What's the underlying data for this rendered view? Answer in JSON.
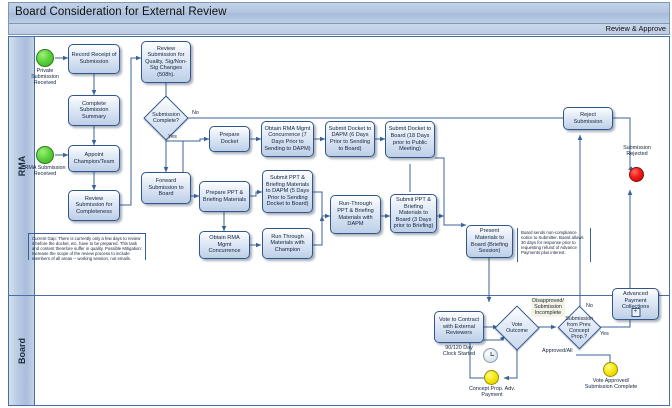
{
  "window": {
    "title": "Board Consideration for External Review",
    "subtitle": "Review & Approve"
  },
  "lanes": [
    {
      "id": "rma",
      "label": "RMA"
    },
    {
      "id": "board",
      "label": "Board"
    }
  ],
  "events": [
    {
      "id": "ev-private-sub",
      "type": "start",
      "color": "#4dcc29",
      "label": "Private Submission Received"
    },
    {
      "id": "ev-rma-sub",
      "type": "start",
      "color": "#4dcc29",
      "label": "RMA Submission Received"
    },
    {
      "id": "ev-submission-rejected",
      "type": "end",
      "color": "#ef1d1d",
      "label": "Submission Rejected"
    },
    {
      "id": "ev-clock",
      "type": "timer",
      "color": "#d7dfe7",
      "label": "90/120 Day Clock Started"
    },
    {
      "id": "ev-concept-prop",
      "type": "intermediate",
      "color": "#f7e814",
      "label": "Concept Prop. Adv. Payment"
    },
    {
      "id": "ev-vote-approved",
      "type": "end",
      "color": "#f7e814",
      "label": "Vote Approved/ Submission Complete"
    }
  ],
  "tasks": [
    {
      "id": "t-record-receipt",
      "label": "Record Receipt of Submission"
    },
    {
      "id": "t-complete-summary",
      "label": "Complete Submission Summary"
    },
    {
      "id": "t-appoint-champion",
      "label": "Appoint Champion/Team"
    },
    {
      "id": "t-review-completeness",
      "label": "Review Submission for Completeness"
    },
    {
      "id": "t-review-quality",
      "label": "Review Submission for Quality, Sig/Non-Sig Changes (508h)."
    },
    {
      "id": "t-forward-board",
      "label": "Forward Submission to Board"
    },
    {
      "id": "t-prepare-docket",
      "label": "Prepare Docket"
    },
    {
      "id": "t-obtain-concurrence-docket",
      "label": "Obtain RMA Mgmt Concurrence (7 Days Prior to Sending to DAPM)"
    },
    {
      "id": "t-submit-docket-dapm",
      "label": "Submit Docket to DAPM (6 Days Prior to Sending to Board)"
    },
    {
      "id": "t-submit-docket-board",
      "label": "Submit Docket to Board (18 Days prior to Public Meeting)"
    },
    {
      "id": "t-prepare-ppt",
      "label": "Prepare PPT & Briefing Materials"
    },
    {
      "id": "t-obtain-concurrence-ppt",
      "label": "Obtain RMA Mgmt Concurrence"
    },
    {
      "id": "t-submit-ppt-dapm",
      "label": "Submit PPT & Briefing Materials to DAPM (5 Days Prior to Sending Docket to Board)"
    },
    {
      "id": "t-run-through-champion",
      "label": "Run Through Materials with Champion"
    },
    {
      "id": "t-run-through-dapm",
      "label": "Run-Through PPT & Briefing Materials with DAPM"
    },
    {
      "id": "t-submit-ppt-board",
      "label": "Submit PPT & Briefing Materials to Board (3 Days prior to Briefing)"
    },
    {
      "id": "t-present-materials",
      "label": "Present Materials to Board (Briefing Session)"
    },
    {
      "id": "t-reject-submission",
      "label": "Reject Submission"
    },
    {
      "id": "t-vote-contract",
      "label": "Vote to Contract with External Reviewers"
    },
    {
      "id": "t-advanced-payment",
      "label": "Advanced Payment Collections",
      "marker": "+"
    }
  ],
  "gateways": [
    {
      "id": "gw-submission-complete",
      "label": "Submission Complete?"
    },
    {
      "id": "gw-vote-outcome",
      "label": "Vote Outcome"
    },
    {
      "id": "gw-prev-concept-prop",
      "label": "Submission from Prev. Concept Prop.?"
    }
  ],
  "edge_labels": [
    {
      "id": "lbl-no-complete",
      "text": "No"
    },
    {
      "id": "lbl-yes-complete",
      "text": "Yes"
    },
    {
      "id": "lbl-disapproved",
      "text": "Disapproved/ Submission Incomplete"
    },
    {
      "id": "lbl-approved-all",
      "text": "Approved/All"
    },
    {
      "id": "lbl-no-prev",
      "text": "No"
    },
    {
      "id": "lbl-yes-prev",
      "text": "Yes"
    }
  ],
  "annotations": [
    {
      "id": "annot-current-gap",
      "text": "Current Gap: There is currently only a few days to review it before the docket, etc. have to be prepared.  This task and content therefore suffer in quality.  Possible Mitigation: Increase the scope of the review process to include members of all areas -- working session, not emails."
    },
    {
      "id": "annot-board-notice",
      "text": "Board sends non-compliance notice to Submitter. Board allows 30 days for response prior to requesting refund of Advance Payments plus interest."
    }
  ],
  "colors": {
    "lane_border": "#4a6fa5",
    "task_border": "#31568c",
    "connector": "#3b6298",
    "title_bg": "#b2c6e0"
  }
}
